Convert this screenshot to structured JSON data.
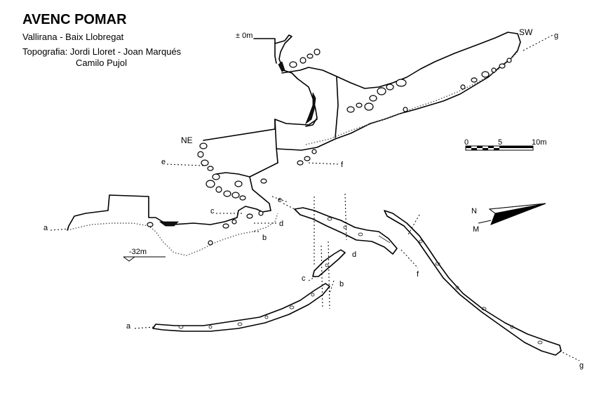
{
  "header": {
    "title": "AVENC POMAR",
    "location": "Vallirana - Baix Llobregat",
    "credits_line1": "Topografia: Jordi Lloret - Joan Marqués",
    "credits_line2": "Camilo Pujol"
  },
  "elevation_labels": {
    "top": "± 0m",
    "bottom": "-32m"
  },
  "orientation_labels": {
    "ne": "NE",
    "sw": "SW"
  },
  "scale_bar": {
    "tick_0": "0",
    "tick_5": "5",
    "tick_10": "10m"
  },
  "north_arrow": {
    "n": "N",
    "m": "M"
  },
  "section_labels": {
    "a": "a",
    "b": "b",
    "c": "c",
    "d": "d",
    "e": "e",
    "f": "f",
    "g": "g"
  }
}
